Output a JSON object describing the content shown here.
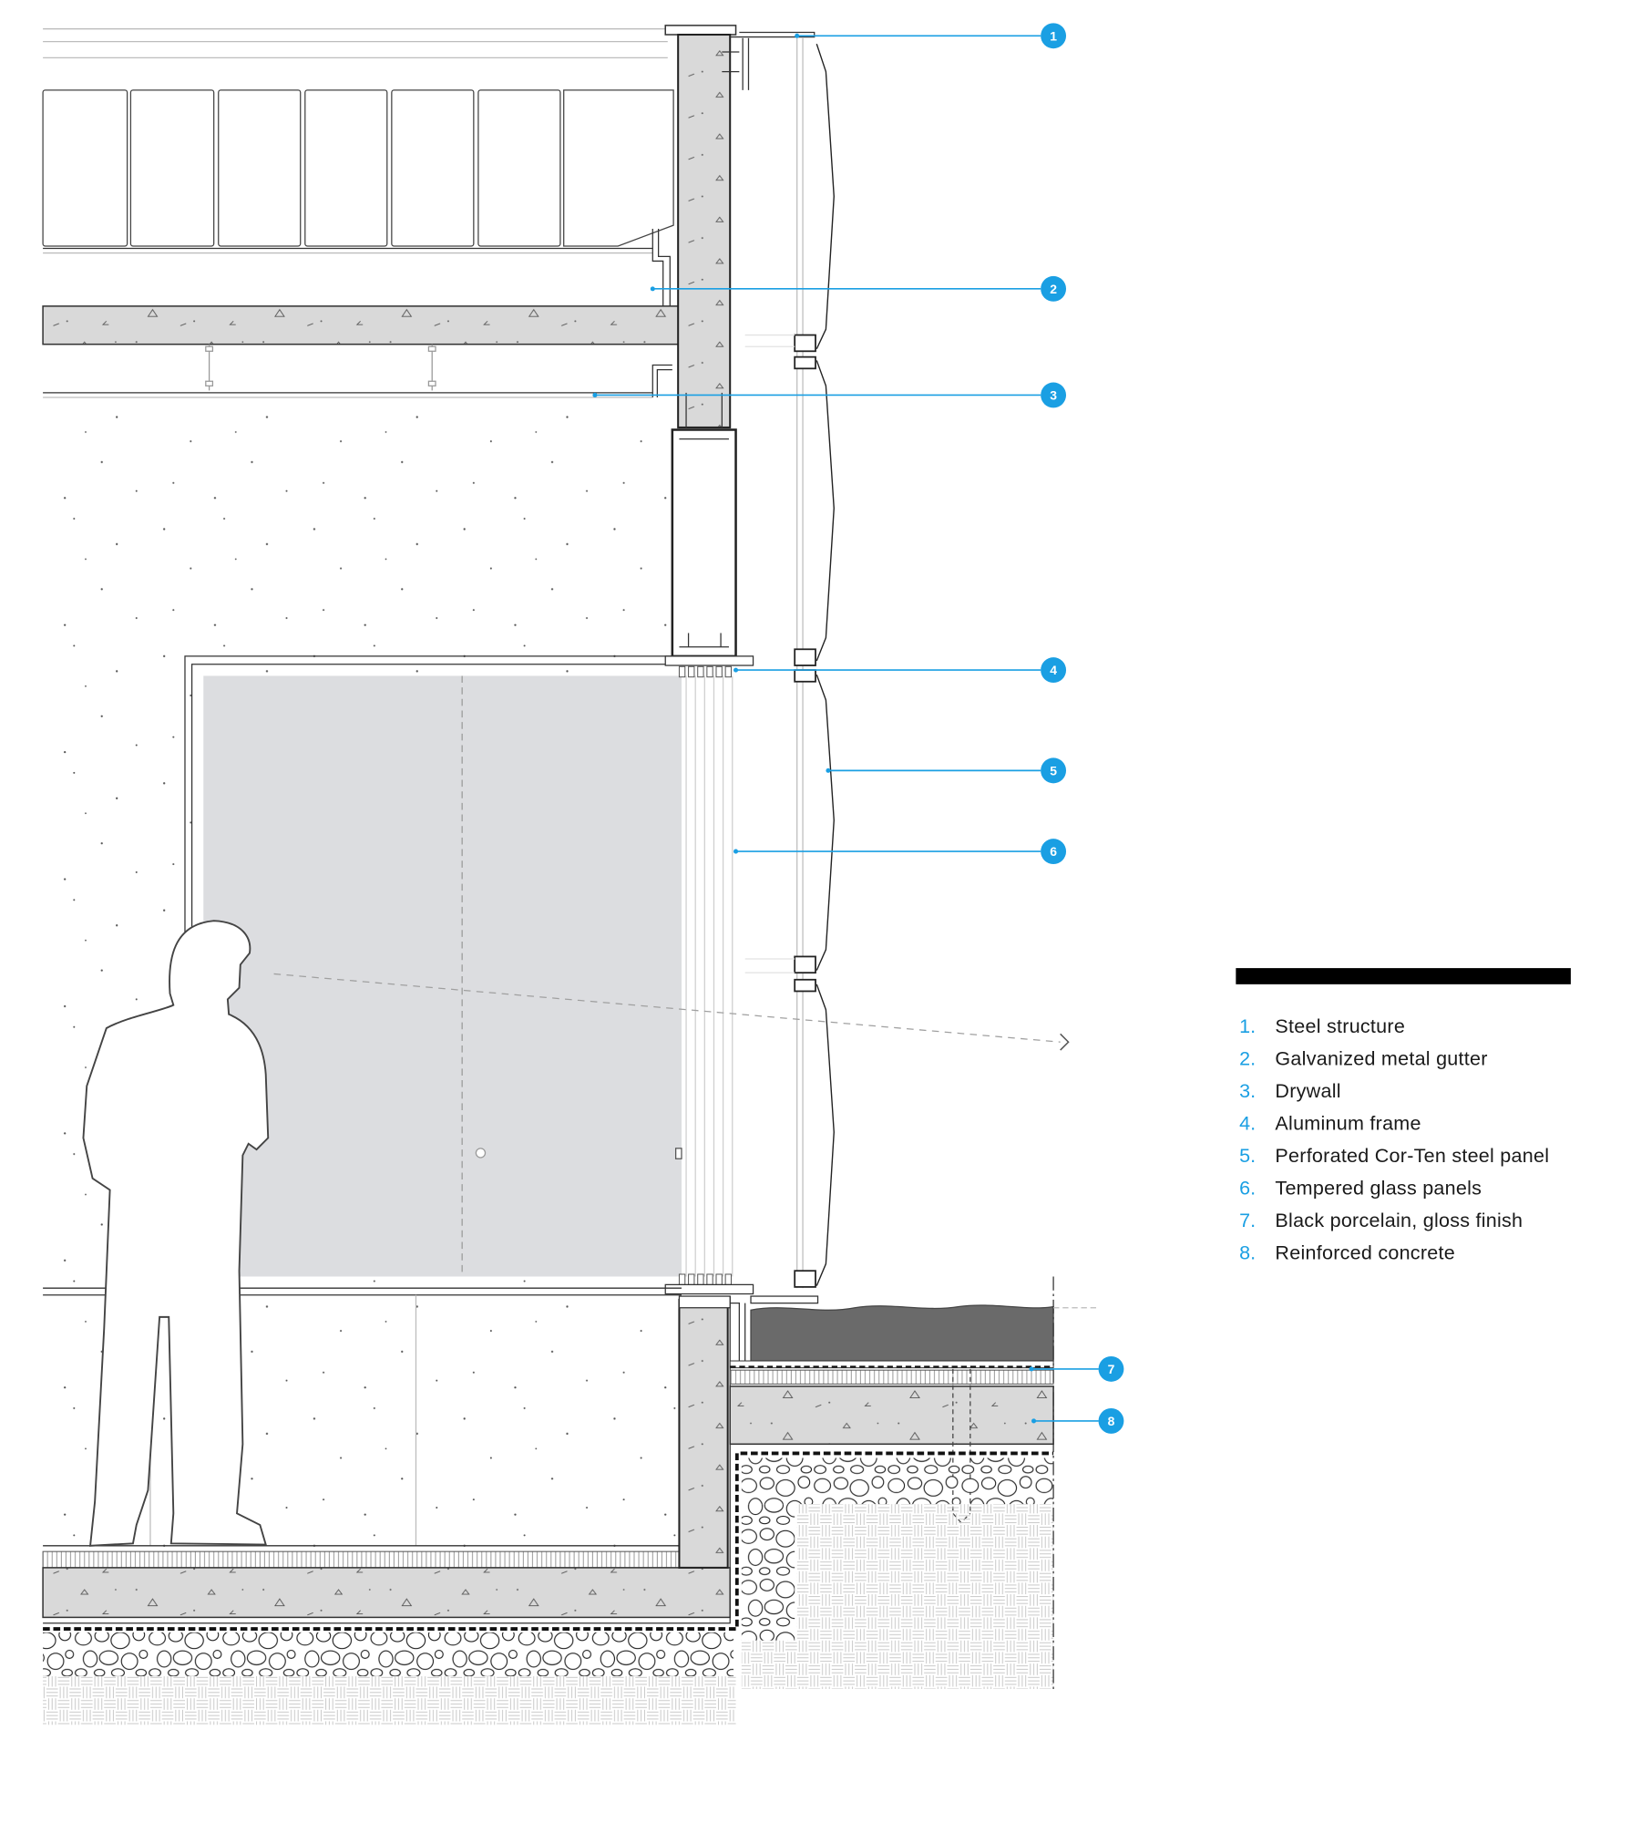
{
  "colors": {
    "accent": "#1a9fe3",
    "legend_bar": "#000000",
    "glass": "#dcdde0",
    "concrete": "#d9d9d9",
    "porcelain": "#6a6a6a"
  },
  "callouts": [
    {
      "number": "1"
    },
    {
      "number": "2"
    },
    {
      "number": "3"
    },
    {
      "number": "4"
    },
    {
      "number": "5"
    },
    {
      "number": "6"
    },
    {
      "number": "7"
    },
    {
      "number": "8"
    }
  ],
  "legend": {
    "items": [
      {
        "number": "1.",
        "label": "Steel structure"
      },
      {
        "number": "2.",
        "label": "Galvanized metal gutter"
      },
      {
        "number": "3.",
        "label": "Drywall"
      },
      {
        "number": "4.",
        "label": "Aluminum frame"
      },
      {
        "number": "5.",
        "label": "Perforated Cor-Ten steel panel"
      },
      {
        "number": "6.",
        "label": "Tempered glass panels"
      },
      {
        "number": "7.",
        "label": "Black porcelain, gloss finish"
      },
      {
        "number": "8.",
        "label": "Reinforced concrete"
      }
    ]
  }
}
